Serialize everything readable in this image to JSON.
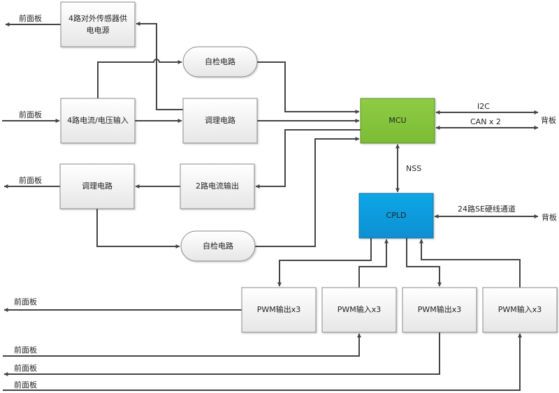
{
  "diagram": {
    "colors": {
      "mcu": "#8cc63f",
      "cpld": "#0c9ee0",
      "box": "#f2f2f2",
      "wire": "#444444"
    },
    "nodes": {
      "sensor_power": {
        "label_lines": [
          "4路对外传感器供",
          "电电源"
        ]
      },
      "analog_input": {
        "label_lines": [
          "4路电流/电压输入"
        ]
      },
      "selftest_top": {
        "label_lines": [
          "自检电路"
        ]
      },
      "condition_top": {
        "label_lines": [
          "调理电路"
        ]
      },
      "mcu": {
        "label_lines": [
          "MCU"
        ]
      },
      "condition_left": {
        "label_lines": [
          "调理电路"
        ]
      },
      "current_out": {
        "label_lines": [
          "2路电流输出"
        ]
      },
      "selftest_bottom": {
        "label_lines": [
          "自检电路"
        ]
      },
      "cpld": {
        "label_lines": [
          "CPLD"
        ]
      },
      "pwm_out_1": {
        "label_lines": [
          "PWM输出x3"
        ]
      },
      "pwm_in_1": {
        "label_lines": [
          "PWM输入x3"
        ]
      },
      "pwm_out_2": {
        "label_lines": [
          "PWM输出x3"
        ]
      },
      "pwm_in_2": {
        "label_lines": [
          "PWM输入x3"
        ]
      }
    },
    "edge_labels": {
      "front_panel": "前面板",
      "backplane": "背板",
      "i2c": "I2C",
      "can": "CAN x 2",
      "nss": "NSS",
      "se_channels": "24路SE硬线通道"
    }
  }
}
